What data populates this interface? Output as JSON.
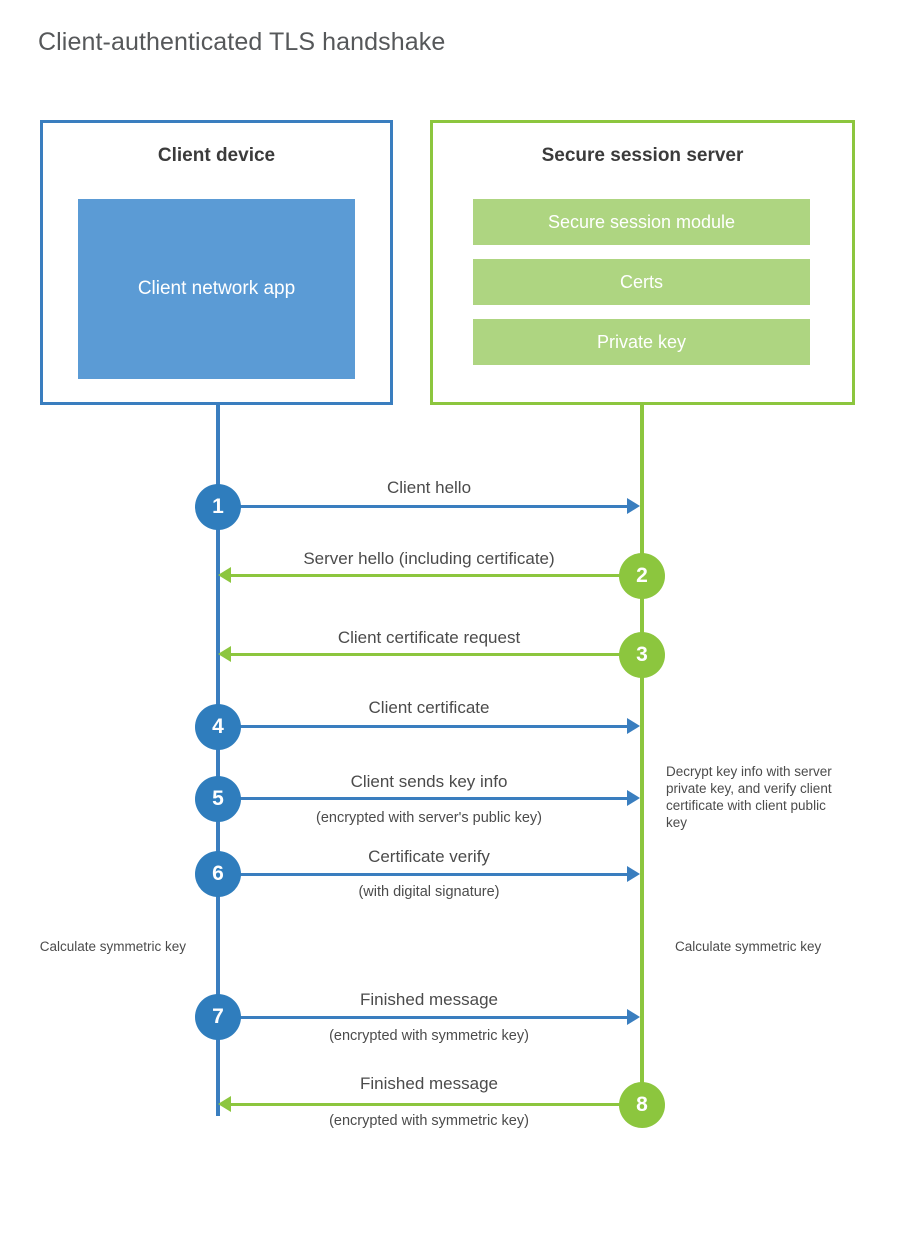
{
  "title": "Client-authenticated TLS handshake",
  "colors": {
    "client_blue": "#3a7ebf",
    "client_app_fill": "#5b9bd5",
    "server_green": "#8cc63e",
    "server_bar_fill": "#aed581",
    "step_blue": "#2f7dbd",
    "text": "#4b4b4b",
    "title_text": "#56585a"
  },
  "participants": {
    "client": {
      "title": "Client device",
      "app_label": "Client network app"
    },
    "server": {
      "title": "Secure session server",
      "modules": [
        "Secure session module",
        "Certs",
        "Private key"
      ]
    }
  },
  "notes": {
    "server_decrypt": "Decrypt key info with server private key, and verify client certificate with client public key",
    "client_calc": "Calculate symmetric key",
    "server_calc": "Calculate symmetric key"
  },
  "chart_data": {
    "type": "sequence-diagram",
    "title": "Client-authenticated TLS handshake",
    "actors": [
      "Client device",
      "Secure session server"
    ],
    "steps": [
      {
        "number": "1",
        "label": "Client hello",
        "sublabel": "",
        "direction": "client-to-server",
        "color": "#3a7ebf"
      },
      {
        "number": "2",
        "label": "Server hello (including certificate)",
        "sublabel": "",
        "direction": "server-to-client",
        "color": "#8cc63e"
      },
      {
        "number": "3",
        "label": "Client certificate request",
        "sublabel": "",
        "direction": "server-to-client",
        "color": "#8cc63e"
      },
      {
        "number": "4",
        "label": "Client certificate",
        "sublabel": "",
        "direction": "client-to-server",
        "color": "#3a7ebf"
      },
      {
        "number": "5",
        "label": "Client sends key info",
        "sublabel": "(encrypted with server's public key)",
        "direction": "client-to-server",
        "color": "#3a7ebf"
      },
      {
        "number": "6",
        "label": "Certificate verify",
        "sublabel": "(with digital signature)",
        "direction": "client-to-server",
        "color": "#3a7ebf"
      },
      {
        "number": "7",
        "label": "Finished message",
        "sublabel": "(encrypted with symmetric key)",
        "direction": "client-to-server",
        "color": "#3a7ebf"
      },
      {
        "number": "8",
        "label": "Finished message",
        "sublabel": "(encrypted with symmetric key)",
        "direction": "server-to-client",
        "color": "#8cc63e"
      }
    ],
    "annotations": [
      {
        "text": "Decrypt key info with server private key, and verify client certificate with client public key",
        "side": "right",
        "near_step": "5"
      },
      {
        "text": "Calculate symmetric key",
        "side": "left",
        "near_step": "6"
      },
      {
        "text": "Calculate symmetric key",
        "side": "right",
        "near_step": "6"
      }
    ]
  }
}
